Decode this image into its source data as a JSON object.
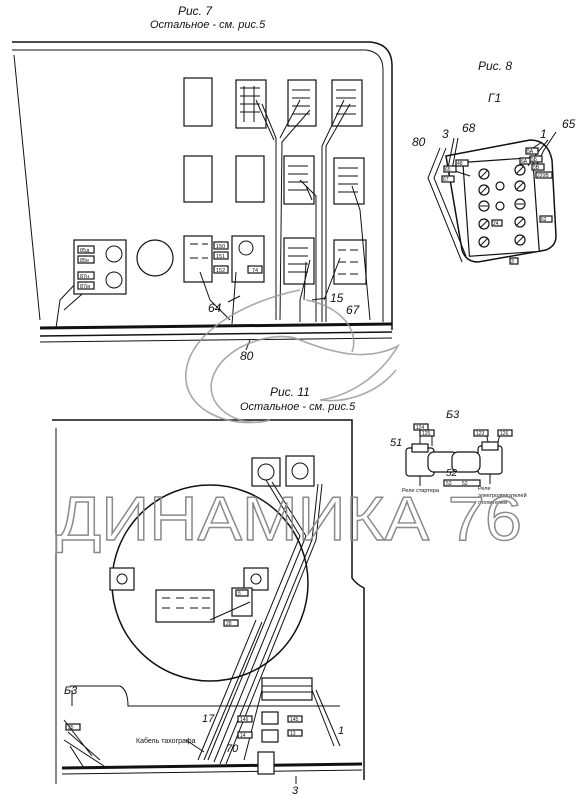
{
  "fig7": {
    "title": "Рис. 7",
    "subtitle": "Остальное - см. рис.5",
    "callouts": [
      "64",
      "15",
      "67",
      "80"
    ],
    "conn_left": [
      "85д",
      "85е",
      "87н",
      "87м"
    ],
    "conn_mid": [
      "150",
      "151",
      "152",
      "74"
    ]
  },
  "fig8": {
    "title": "Рис. 8",
    "block": "Г1",
    "callouts": [
      "80",
      "3",
      "68",
      "1",
      "65"
    ],
    "conn": [
      "65",
      "48",
      "67",
      "5А",
      "5Б",
      "5В",
      "6А",
      "220В",
      "24",
      "3",
      "62"
    ]
  },
  "fig11": {
    "title": "Рис. 11",
    "subtitle": "Остальное - см. рис.5",
    "b3_left": "Б3",
    "callouts": [
      "17",
      "70",
      "1",
      "3"
    ],
    "cable_label": "Кабель тахографа",
    "conn": [
      "146",
      "145",
      "14",
      "13",
      "5",
      "28",
      "35"
    ]
  },
  "fig_b3": {
    "title": "Б3",
    "callouts": [
      "51",
      "52"
    ],
    "conn": [
      "124",
      "125",
      "123",
      "126",
      "53",
      "52"
    ],
    "relay1": "Реле стартера",
    "relay2": "Реле электродвигателей отопителей"
  },
  "watermark": "ДИНАМИКА 76"
}
